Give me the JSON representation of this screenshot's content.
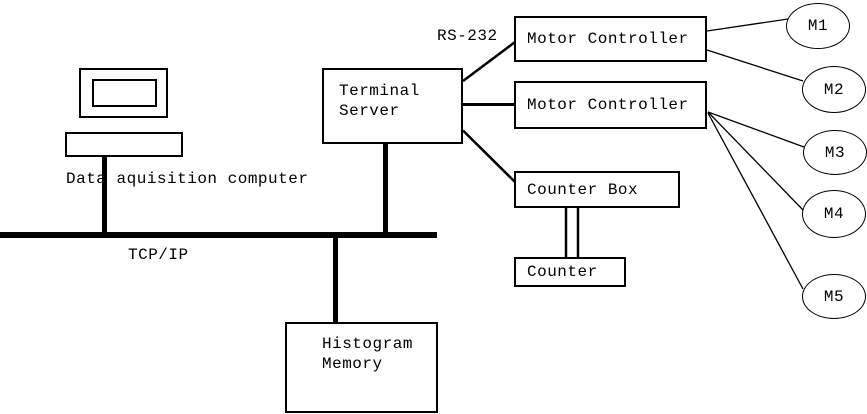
{
  "canvas": {
    "background_color": "#ffffff",
    "line_color": "#000000"
  },
  "labels": {
    "data_acquisition_computer": "Data aquisition computer",
    "tcp_ip": "TCP/IP",
    "rs_232": "RS-232"
  },
  "nodes": {
    "terminal_server": {
      "line1": "Terminal",
      "line2": "Server"
    },
    "motor_controller_1": {
      "label": "Motor Controller"
    },
    "motor_controller_2": {
      "label": "Motor Controller"
    },
    "counter_box": {
      "label": "Counter Box"
    },
    "counter": {
      "label": "Counter"
    },
    "histogram_memory": {
      "line1": "Histogram",
      "line2": "Memory"
    }
  },
  "motors": [
    {
      "label": "M1"
    },
    {
      "label": "M2"
    },
    {
      "label": "M3"
    },
    {
      "label": "M4"
    },
    {
      "label": "M5"
    }
  ]
}
